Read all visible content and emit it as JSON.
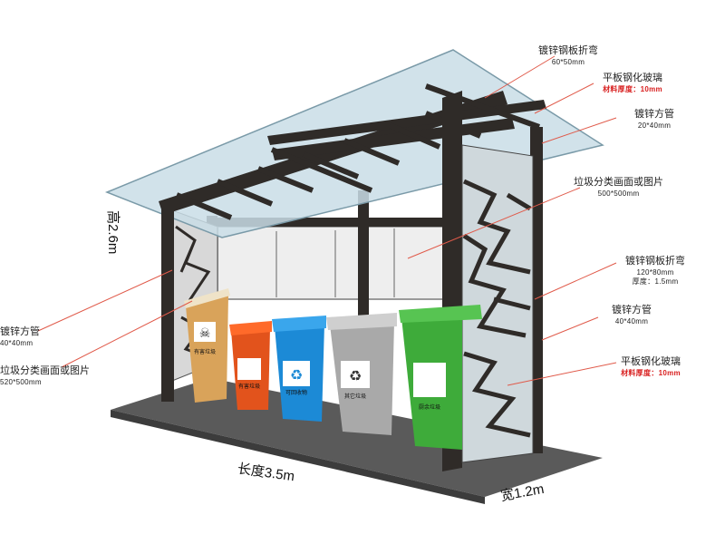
{
  "annotations": {
    "roof_frame": {
      "title": "镀锌钢板折弯",
      "spec": "60*50mm"
    },
    "roof_glass": {
      "title": "平板钢化玻璃",
      "spec": "材料厚度：10mm"
    },
    "roof_tube": {
      "title": "镀锌方管",
      "spec": "20*40mm"
    },
    "sign_image": {
      "title": "垃圾分类画面或图片",
      "spec": "500*500mm"
    },
    "post_panel": {
      "title": "镀锌钢板折弯",
      "spec": "120*80mm",
      "spec2": "厚度：1.5mm"
    },
    "post_tube": {
      "title": "镀锌方管",
      "spec": "40*40mm"
    },
    "side_glass": {
      "title": "平板钢化玻璃",
      "spec": "材料厚度：10mm"
    },
    "left_tube": {
      "title": "镀锌方管",
      "spec": "40*40mm"
    },
    "left_image": {
      "title": "垃圾分类画面或图片",
      "spec": "520*500mm"
    }
  },
  "dimensions": {
    "height": "高2.6m",
    "length": "长度3.5m",
    "width": "宽1.2m"
  },
  "bins": [
    {
      "label": "有害垃圾",
      "color": "#d98c3c"
    },
    {
      "label": "有害垃圾",
      "color": "#e2531c"
    },
    {
      "label": "可回收物",
      "color": "#1c8ad6"
    },
    {
      "label": "其它垃圾",
      "color": "#a9a9a9"
    },
    {
      "label": "厨余垃圾",
      "color": "#3eab3a"
    }
  ],
  "colors": {
    "frame": "#2f2b28",
    "glass": "#c9dde6",
    "floor": "#595959",
    "leader": "#e05a4a"
  }
}
